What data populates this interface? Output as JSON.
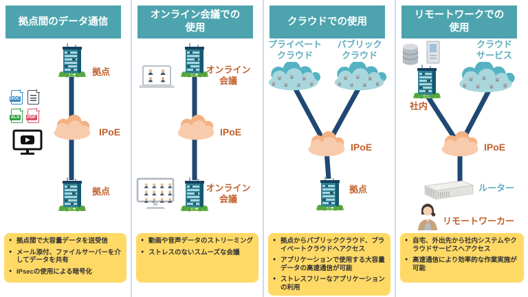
{
  "colors": {
    "header_bg": "#4DA4AE",
    "accent_orange": "#C2602C",
    "teal_label": "#5FAEBC",
    "note_bg": "#FFD966",
    "connector_navy": "#1F4873",
    "cloud_orange_fill": "#F8CBAD",
    "cloud_orange_edge": "#F4B183",
    "cloud_teal_fill": "#A9D7DE",
    "cloud_teal_edge": "#54B2C2"
  },
  "columns": [
    {
      "title": "拠点間のデータ通信",
      "top_label": "拠点",
      "ipoe_label": "IPoE",
      "bottom_label": "拠点",
      "file_labels": [
        "DOC",
        "XLS",
        "PDF"
      ],
      "bullets": [
        "拠点間で大容量データを送受信",
        "メール添付、ファイルサーバーを介してデータを共有",
        "IPsecの使用による暗号化"
      ]
    },
    {
      "title": "オンライン会議での\n使用",
      "top_label": "オンライン\n会議",
      "ipoe_label": "IPoE",
      "bottom_label": "オンライン\n会議",
      "bullets": [
        "動画や音声データのストリーミング",
        "ストレスのないスムーズな会議"
      ]
    },
    {
      "title": "クラウドでの使用",
      "left_cloud_label": "プライベート\nクラウド",
      "right_cloud_label": "パブリック\nクラウド",
      "ipoe_label": "IPoE",
      "bottom_label": "拠点",
      "bullets": [
        "拠点からパブリッククラウド、プライベートクラウドへアクセス",
        "アプリケーションで使用する大容量データの高速通信が可能",
        "ストレスフリーなアプリケーションの利用"
      ]
    },
    {
      "title": "リモートワークでの\n使用",
      "office_label": "社内",
      "cloud_label": "クラウド\nサービス",
      "ipoe_label": "IPoE",
      "router_label": "ルーター",
      "worker_label": "リモートワーカー",
      "bullets": [
        "自宅、外出先から社内システムやクラウドサービスへアクセス",
        "高速通信により効率的な作業実施が可能"
      ]
    }
  ]
}
